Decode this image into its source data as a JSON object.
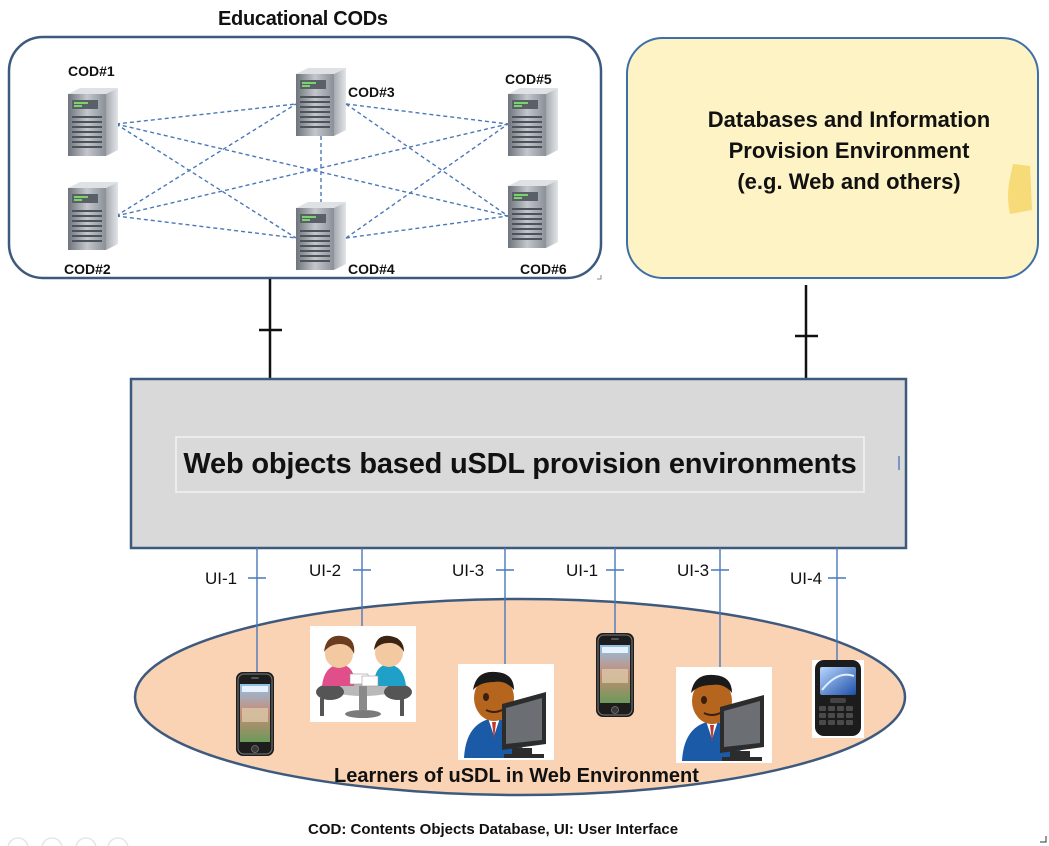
{
  "cods": {
    "title": "Educational CODs",
    "servers": [
      {
        "id": "cod1",
        "label": "COD#1"
      },
      {
        "id": "cod2",
        "label": "COD#2"
      },
      {
        "id": "cod3",
        "label": "COD#3"
      },
      {
        "id": "cod4",
        "label": "COD#4"
      },
      {
        "id": "cod5",
        "label": "COD#5"
      },
      {
        "id": "cod6",
        "label": "COD#6"
      }
    ]
  },
  "database": {
    "line1": "Databases and Information",
    "line2": "Provision Environment",
    "line3": "(e.g. Web and others)"
  },
  "provision": {
    "title": "Web objects based uSDL provision environments"
  },
  "interfaces": [
    "UI-1",
    "UI-2",
    "UI-3",
    "UI-1",
    "UI-3",
    "UI-4"
  ],
  "learners": {
    "label": "Learners of uSDL in Web Environment"
  },
  "footer": "COD: Contents Objects Database,   UI: User Interface",
  "colors": {
    "box_border": "#3d5a7e",
    "db_fill": "#fdf3c4",
    "provision_fill": "#d9d9d9",
    "learners_fill": "#f9d3b4",
    "ui_line": "#4a78b8",
    "dash_line": "#4a78b8"
  }
}
